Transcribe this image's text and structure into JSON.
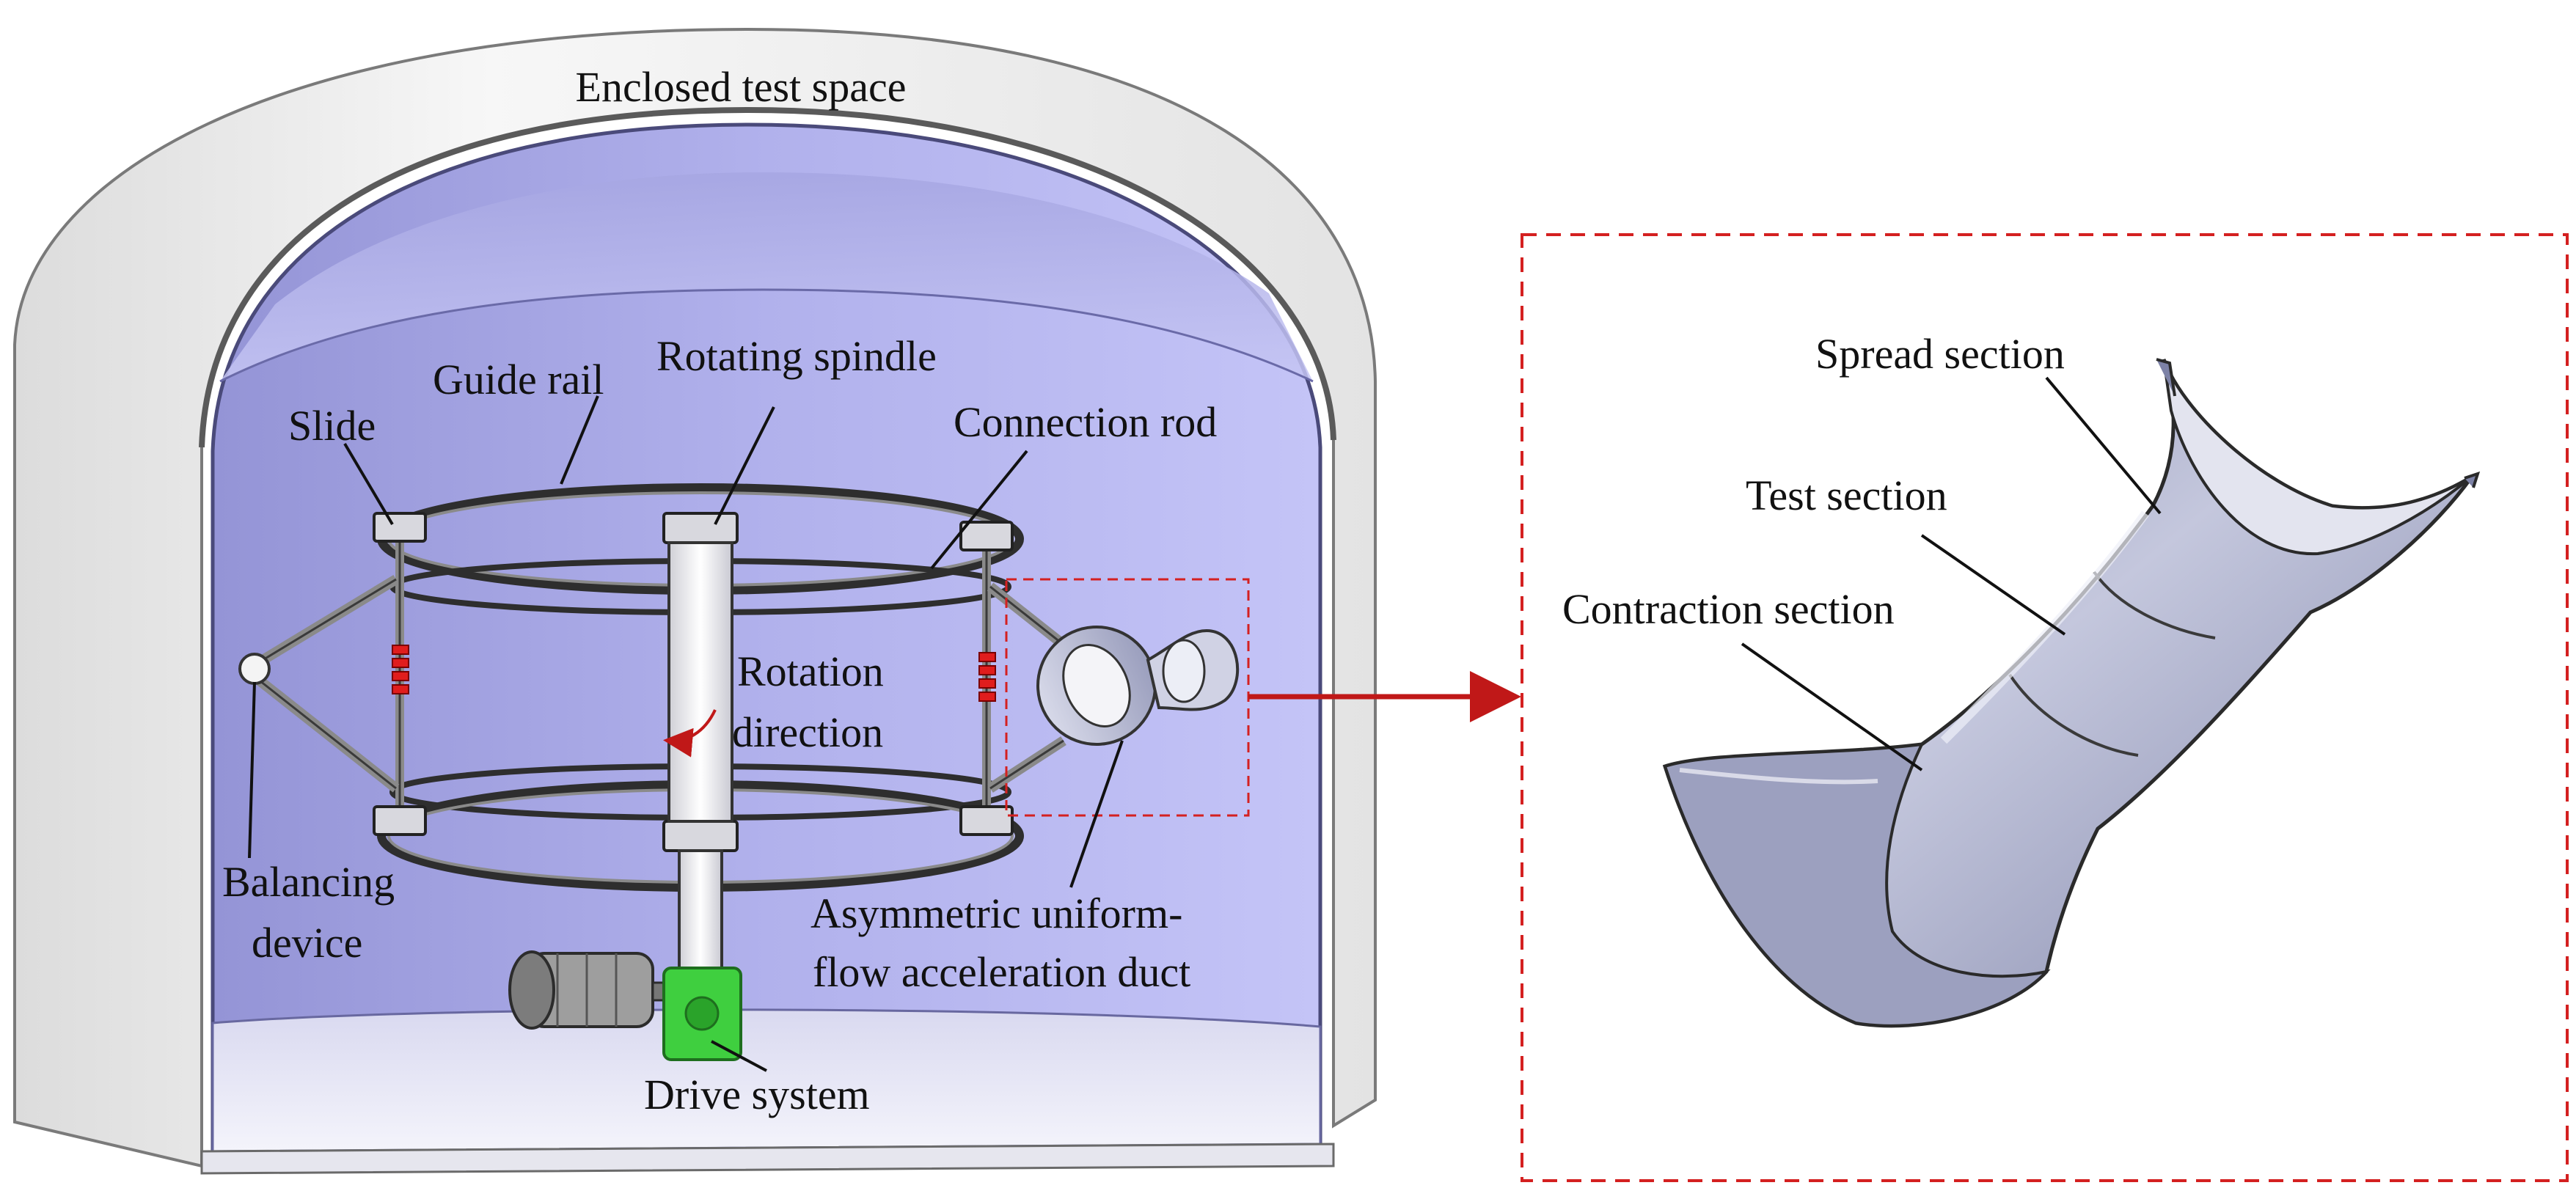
{
  "labels": {
    "enclosed_test_space": "Enclosed test space",
    "guide_rail": "Guide rail",
    "rotating_spindle": "Rotating spindle",
    "slide": "Slide",
    "connection_rod": "Connection rod",
    "rotation_direction_line1": "Rotation",
    "rotation_direction_line2": "direction",
    "balancing_device_line1": "Balancing",
    "balancing_device_line2": "device",
    "duct_line1": "Asymmetric uniform-",
    "duct_line2": "flow acceleration duct",
    "drive_system": "Drive system",
    "spread_section": "Spread section",
    "test_section": "Test section",
    "contraction_section": "Contraction section"
  },
  "colors": {
    "chamber_interior": "#b3b3ee",
    "chamber_shell": "#f2f2f2",
    "floor": "#e8e8f6",
    "highlight_box": "#d42020",
    "arrow": "#c01818",
    "duct_body": "#a9adc8",
    "motor": "#9a9a9a",
    "gearbox": "#3fcf3f"
  }
}
